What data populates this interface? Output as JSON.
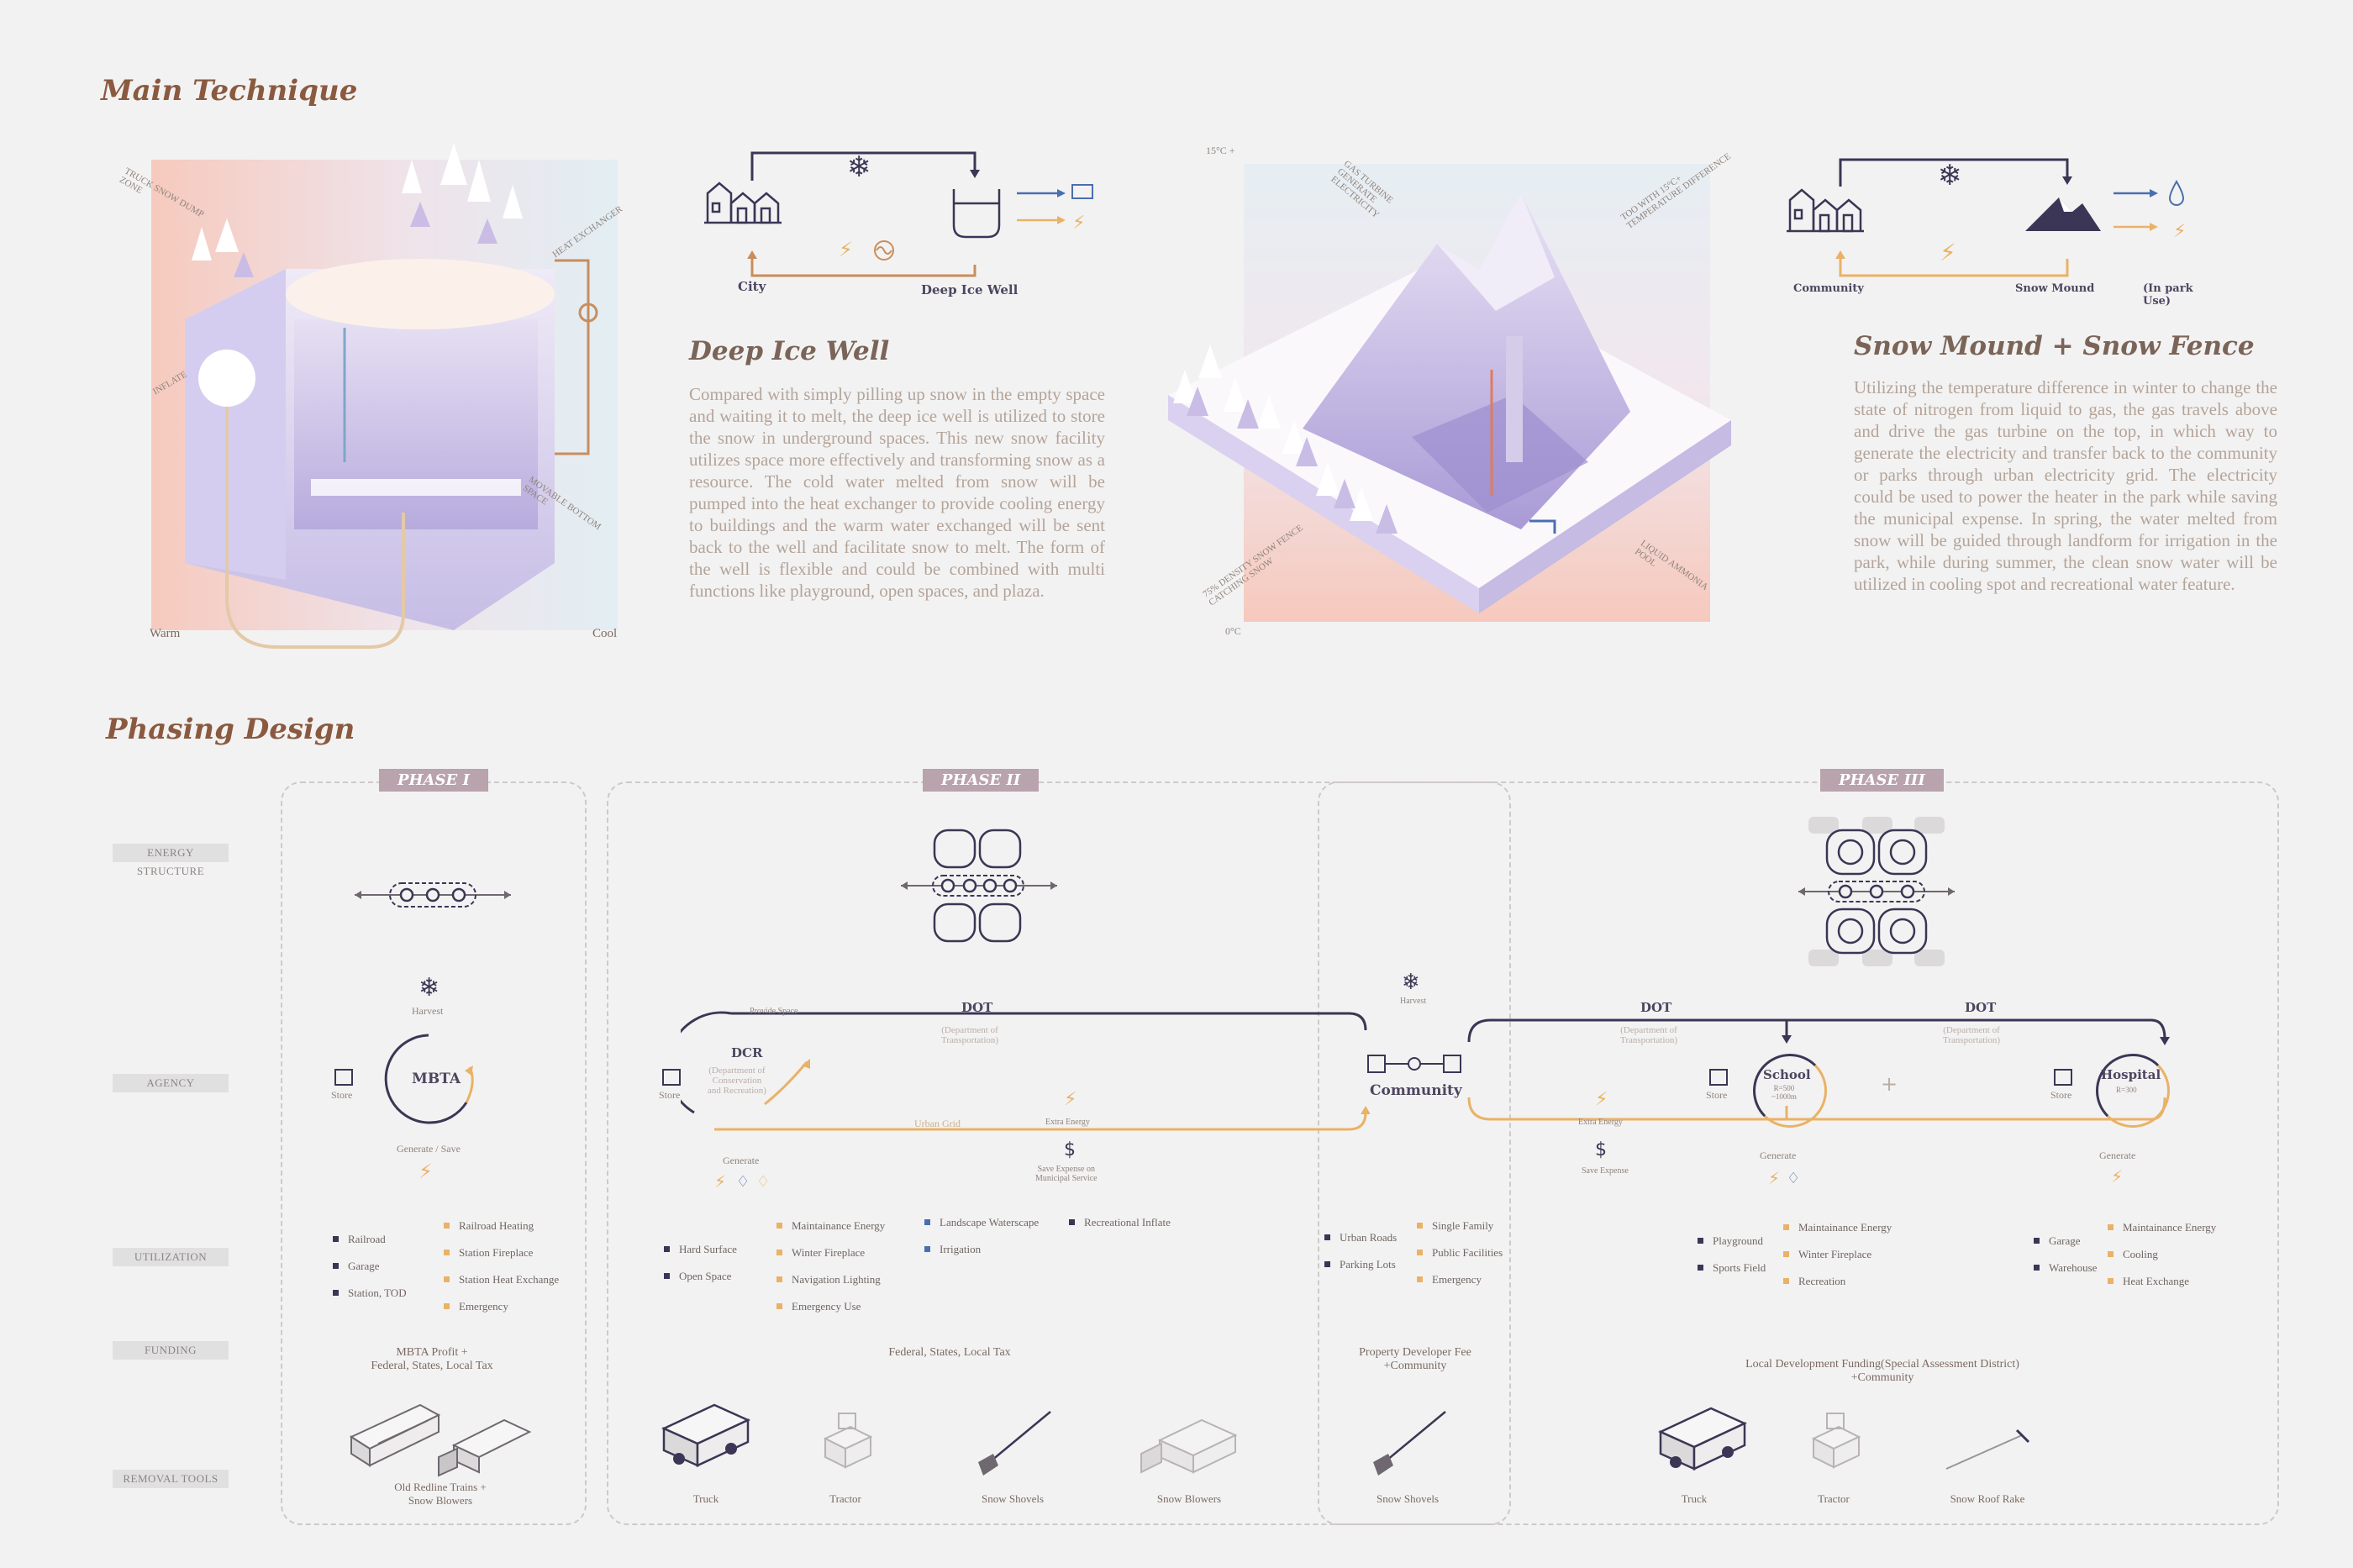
{
  "main": {
    "title": "Main Technique",
    "deep_ice_well": {
      "heading": "Deep Ice Well",
      "paragraph": "Compared with simply pilling up snow in the empty space and waiting it to melt, the deep ice well is utilized to store the snow in underground spaces. This new snow facility utilizes space more effectively and transforming snow as a resource. The cold water melted from snow will be pumped into the heat exchanger to provide cooling energy to buildings and the warm water exchanged will be sent back to the well and facilitate snow to melt. The form of the well is flexible and could be combined with multi functions like playground, open spaces, and plaza.",
      "diagram_labels": {
        "left": "City",
        "right": "Deep Ice Well"
      },
      "axon_labels": {
        "truck": "TRUCK SNOW DUMP ZONE",
        "heat": "HEAT EXCHANGER",
        "inflate": "INFLATE",
        "bottom": "MOVABLE BOTTOM SPACE",
        "warm": "Warm",
        "cool": "Cool"
      }
    },
    "snow_mound": {
      "heading": "Snow Mound + Snow Fence",
      "paragraph": "Utilizing the temperature difference in winter to change the state of nitrogen from liquid to gas, the gas travels above and drive the gas turbine on the top, in which way to generate the electricity and transfer back to the community or parks through urban electricity grid. The electricity could be used to power the heater in the park while saving the municipal expense. In spring, the water melted from snow will be guided through landform for irrigation in the park, while during summer, the clean snow water will be utilized in cooling spot and recreational water feature.",
      "diagram_labels": {
        "left": "Community",
        "mid": "Snow Mound",
        "right": "(In park Use)"
      },
      "axon_labels": {
        "top_temp": "15°C +",
        "bottom_temp": "0°C",
        "turbine": "GAS TURBINE GENERATE ELECTRICITY",
        "diff": "TOO WITH 15°C+ TEMPERATURE DIFFERENCE",
        "fence": "75% DENSITY SNOW FENCE CATCHING SNOW",
        "ammonia": "LIQUID AMMONIA POOL"
      }
    }
  },
  "phasing": {
    "title": "Phasing Design",
    "rows": [
      "ENERGY STRUCTURE",
      "AGENCY",
      "UTILIZATION",
      "FUNDING",
      "REMOVAL TOOLS"
    ],
    "phase1": {
      "tag": "PHASE I",
      "harvest": "Harvest",
      "agency": "MBTA",
      "store": "Store",
      "generate": "Generate / Save",
      "util_dark": [
        "Railroad",
        "Garage",
        "Station, TOD"
      ],
      "util_orange": [
        "Railroad Heating",
        "Station Fireplace",
        "Station Heat Exchange",
        "Emergency"
      ],
      "funding": "MBTA Profit +\nFederal, States, Local Tax",
      "tools": "Old Redline Trains +\nSnow Blowers"
    },
    "phase2": {
      "tag": "PHASE II",
      "dot": "DOT",
      "dot_sub": "(Department of\nTransportation)",
      "provide": "Provide Space",
      "dcr": "DCR",
      "dcr_sub": "(Department of\nConservation\nand Recreation)",
      "store": "Store",
      "urban_grid": "Urban Grid",
      "extra": "Extra Energy",
      "save": "Save Expense on\nMunicipal Service",
      "generate": "Generate",
      "util_dark": [
        "Hard Surface",
        "Open Space"
      ],
      "util_orange": [
        "Maintainance Energy",
        "Winter Fireplace",
        "Navigation Lighting",
        "Emergency Use"
      ],
      "util_blue": [
        "Landscape Waterscape",
        "Irrigation"
      ],
      "util_dark2": [
        "Recreational Inflate"
      ],
      "funding": "Federal, States, Local Tax",
      "tools": [
        "Truck",
        "Tractor",
        "Snow Shovels",
        "Snow Blowers"
      ]
    },
    "community": {
      "harvest": "Harvest",
      "label": "Community",
      "util_dark": [
        "Urban Roads",
        "Parking Lots"
      ],
      "util_orange": [
        "Single Family",
        "Public Facilities",
        "Emergency"
      ],
      "funding": "Property Developer Fee\n+Community",
      "tools": "Snow Shovels"
    },
    "phase3": {
      "tag": "PHASE III",
      "dot1": "DOT",
      "dot2": "DOT",
      "dot_sub": "(Department of\nTransportation)",
      "extra": "Extra Energy",
      "save": "Save Expense",
      "store": "Store",
      "school": "School",
      "school_sub": "R=500\n~1000m",
      "hospital": "Hospital",
      "hospital_sub": "R=300",
      "generate": "Generate",
      "util_dark_a": [
        "Playground",
        "Sports Field"
      ],
      "util_orange_a": [
        "Maintainance Energy",
        "Winter Fireplace",
        "Recreation"
      ],
      "util_dark_b": [
        "Garage",
        "Warehouse"
      ],
      "util_orange_b": [
        "Maintainance Energy",
        "Cooling",
        "Heat Exchange"
      ],
      "funding": "Local Development Funding(Special Assessment District)\n+Community",
      "tools": [
        "Truck",
        "Tractor",
        "Snow Roof Rake"
      ]
    },
    "colors": {
      "dark": "#3b3655",
      "orange": "#e9b267",
      "blue": "#4a6fb0",
      "pink": "#f3c7bd",
      "lavender": "#c9bde6"
    }
  }
}
